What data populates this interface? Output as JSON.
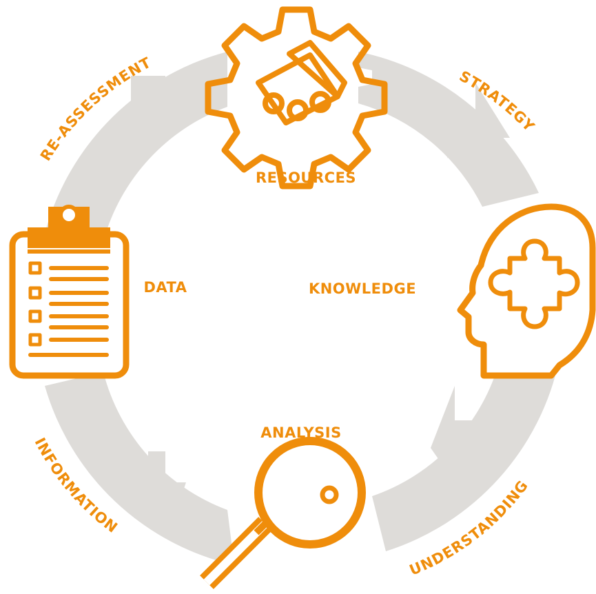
{
  "colors": {
    "accent": "#ef8d0b",
    "ring": "#dedcd9",
    "background": "#ffffff"
  },
  "center_labels": {
    "resources": "RESOURCES",
    "data": "DATA",
    "knowledge": "KNOWLEDGE",
    "analysis": "ANALYSIS"
  },
  "arc_labels": {
    "reassessment": "RE-ASSESSMENT",
    "strategy": "STRATEGY",
    "understanding": "UNDERSTANDING",
    "information": "INFORMATION"
  },
  "icons": [
    "gear-icon",
    "clipboard-icon",
    "head-puzzle-icon",
    "magnifier-icon"
  ]
}
